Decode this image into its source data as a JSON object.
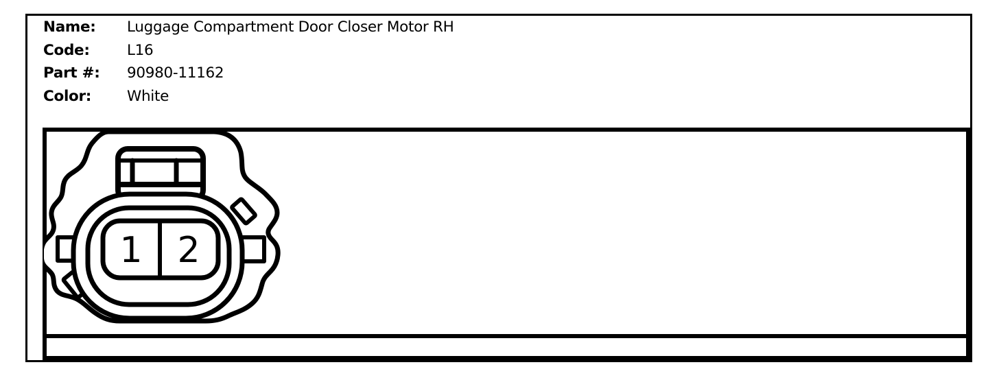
{
  "colors": {
    "ink": "#000000",
    "paper": "#ffffff"
  },
  "header": {
    "fields": [
      {
        "label": "Name:",
        "value": "Luggage Compartment Door Closer Motor RH"
      },
      {
        "label": "Code:",
        "value": "L16"
      },
      {
        "label": "Part #:",
        "value": "90980-11162"
      },
      {
        "label": "Color:",
        "value": "White"
      }
    ]
  },
  "diagram": {
    "kind": "connector-face-view",
    "pins": [
      {
        "number": "1"
      },
      {
        "number": "2"
      }
    ]
  }
}
